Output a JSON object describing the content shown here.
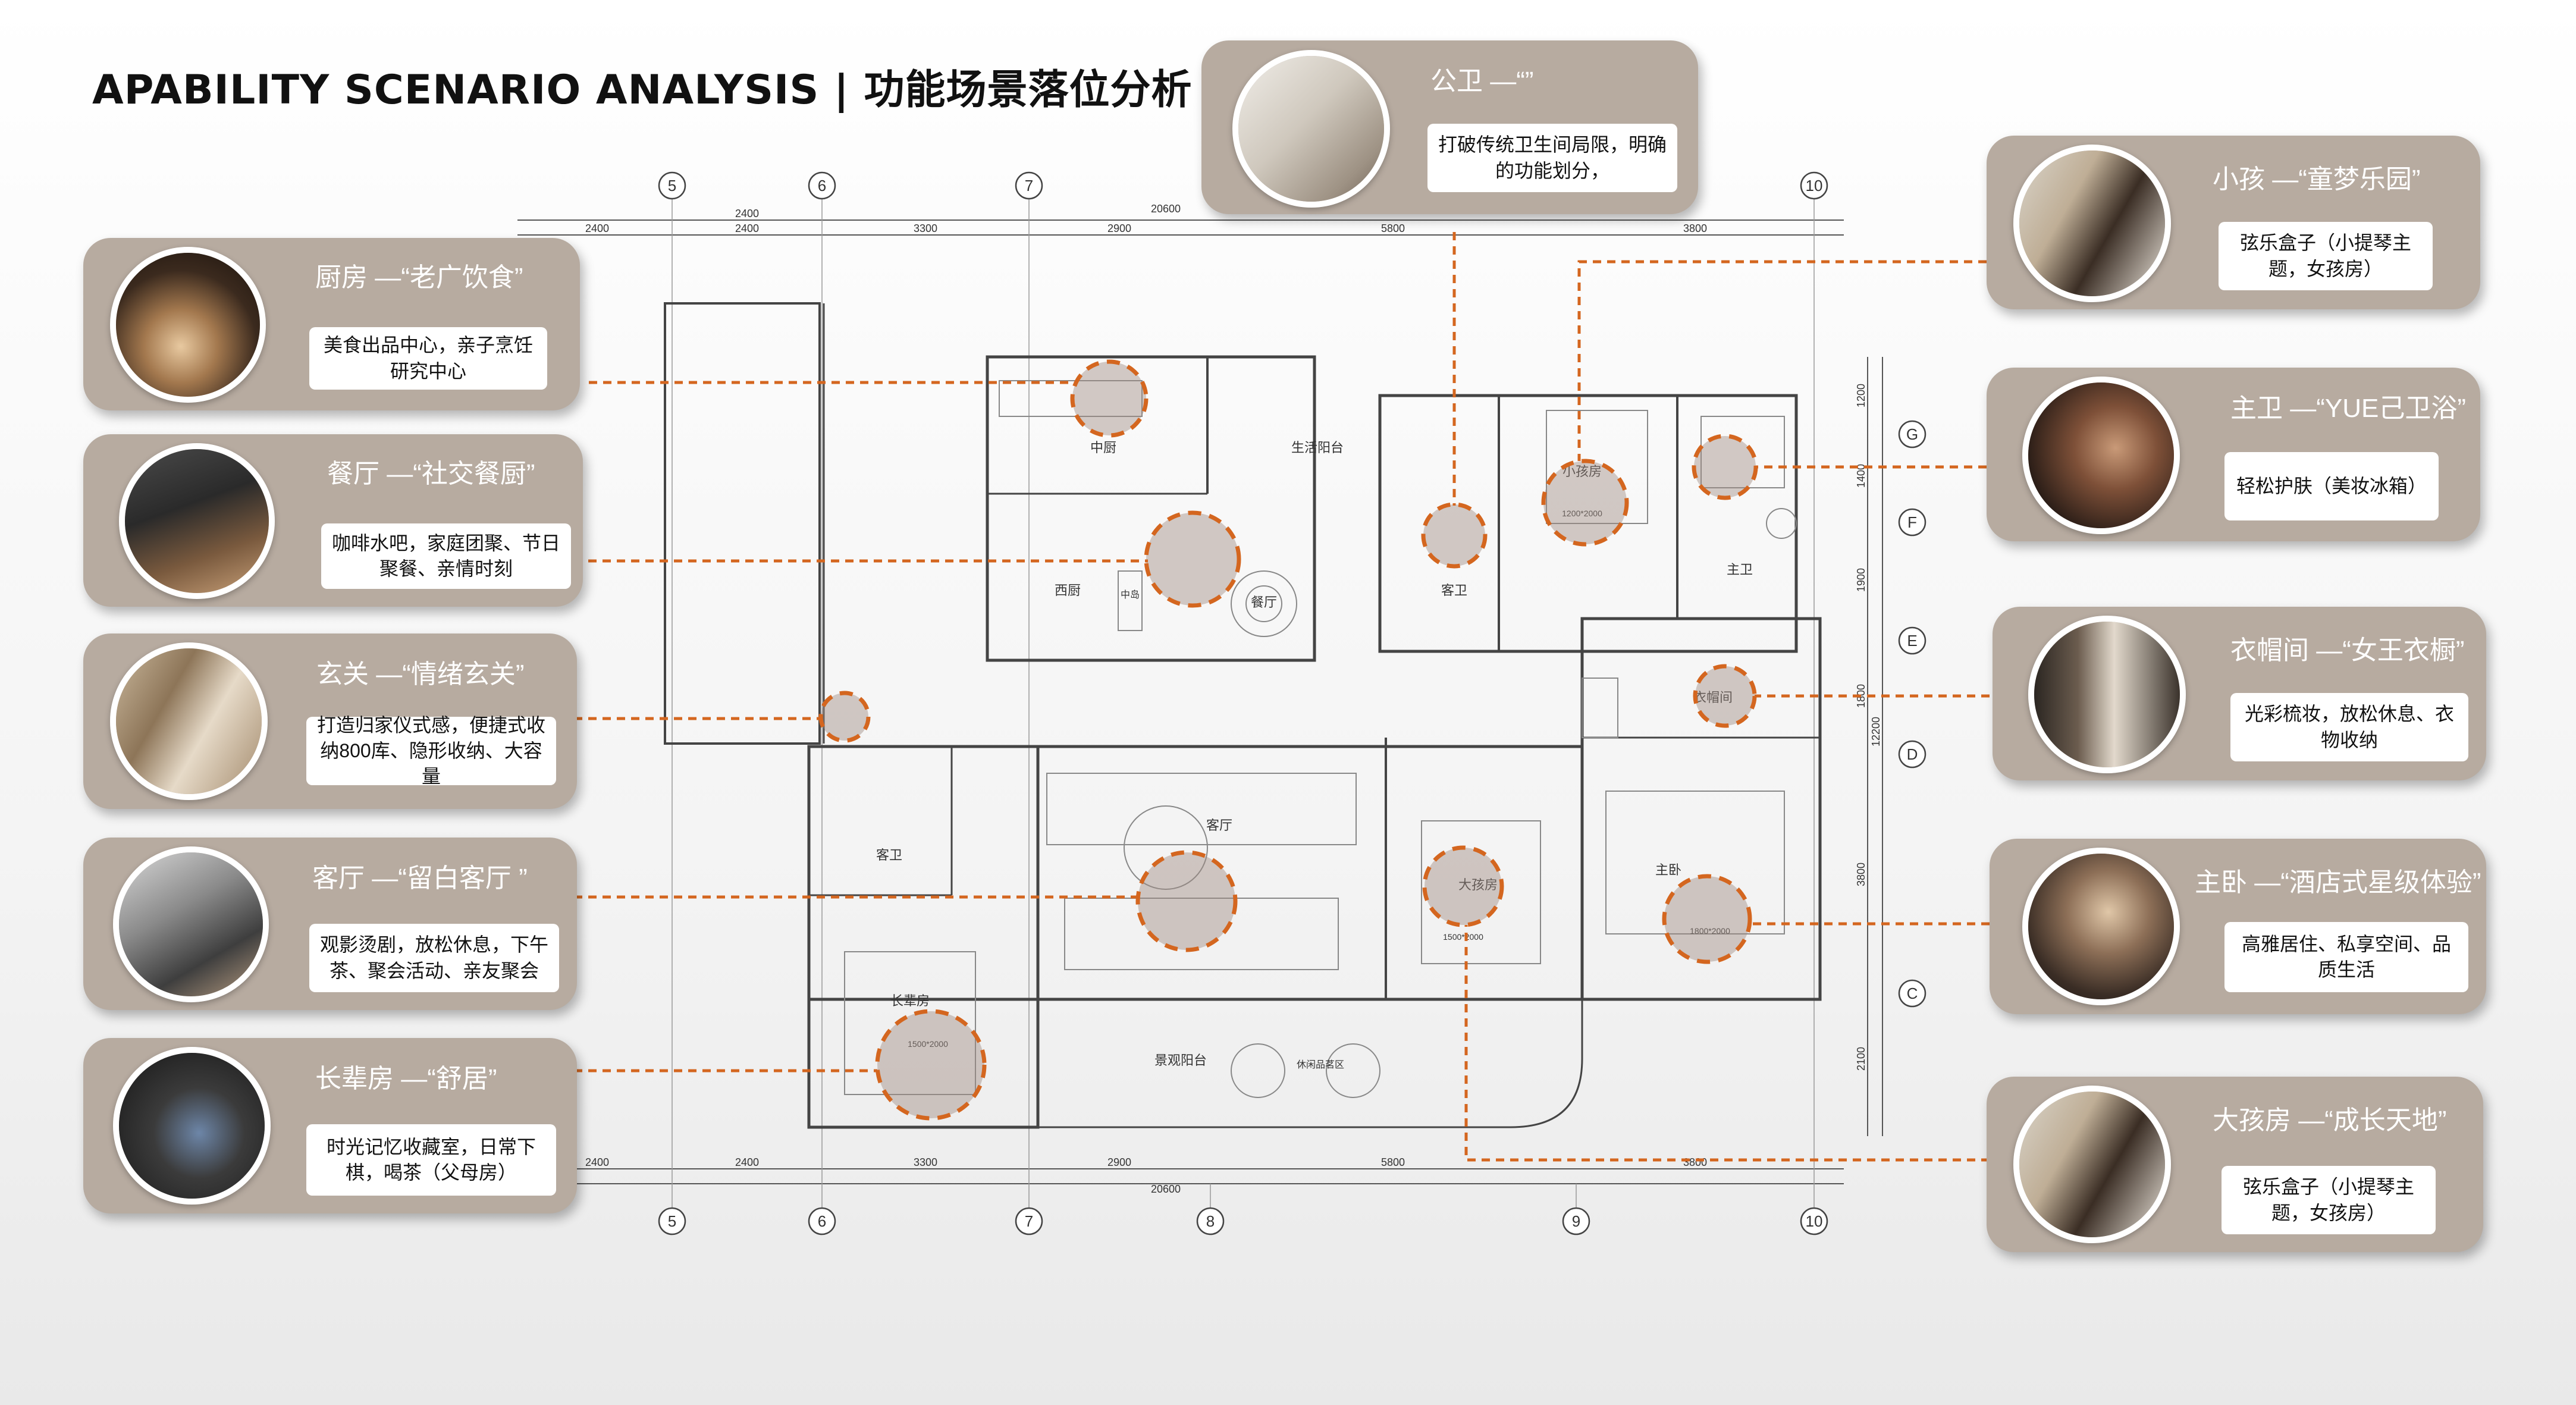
{
  "title": "APABILITY SCENARIO ANALYSIS | 功能场景落位分析",
  "colors": {
    "card_bg": "#b7aba0",
    "dash_line": "#d4661f",
    "plan_line": "#555555"
  },
  "cards": [
    {
      "id": "public-bath",
      "title": "公卫 —“”",
      "desc": "打破传统卫生间局限，明确的功能划分，",
      "photo": "public-bath-photo"
    },
    {
      "id": "kitchen",
      "title": "厨房 —“老广饮食”",
      "desc": "美食出品中心，亲子烹饪研究中心",
      "photo": "kitchen-photo"
    },
    {
      "id": "dining",
      "title": "餐厅 —“社交餐厨”",
      "desc": "咖啡水吧，家庭团聚、节日聚餐、亲情时刻",
      "photo": "dining-photo"
    },
    {
      "id": "entry",
      "title": "玄关 —“情绪玄关”",
      "desc": "打造归家仪式感，便捷式收 纳800库、隐形收纳、大容量",
      "photo": "entry-photo"
    },
    {
      "id": "living",
      "title": "客厅 —“留白客厅 ”",
      "desc": "观影烫剧，放松休息，下午茶、聚会活动、亲友聚会",
      "photo": "living-photo"
    },
    {
      "id": "elder",
      "title": "长辈房 —“舒居”",
      "desc": "时光记忆收藏室，日常下棋，喝茶（父母房）",
      "photo": "elder-photo"
    },
    {
      "id": "child",
      "title": "小孩 —“童梦乐园”",
      "desc": "弦乐盒子（小提琴主题，女孩房）",
      "photo": "child-photo"
    },
    {
      "id": "master-bath",
      "title": "主卫 —“YUE己卫浴”",
      "desc": "轻松护肤（美妆冰箱）",
      "photo": "master-bath-photo"
    },
    {
      "id": "cloakroom",
      "title": "衣帽间 —“女王衣橱”",
      "desc": "光彩梳妆，放松休息、衣物收纳",
      "photo": "cloakroom-photo"
    },
    {
      "id": "master-bed",
      "title": "主卧 —“酒店式星级体验”",
      "desc": "高雅居住、私享空间、品质生活",
      "photo": "master-bed-photo"
    },
    {
      "id": "big-child",
      "title": "大孩房 —“成长天地”",
      "desc": "弦乐盒子（小提琴主题，女孩房）",
      "photo": "big-child-photo"
    }
  ],
  "plan": {
    "axis_labels": [
      "5",
      "6",
      "7",
      "8",
      "9",
      "10"
    ],
    "row_labels": [
      "G",
      "F",
      "E",
      "D",
      "C"
    ],
    "dims_top": [
      "2400",
      "2400",
      "3300",
      "2900",
      "5800",
      "3800"
    ],
    "dims_bottom": [
      "2400",
      "2400",
      "3300",
      "2900",
      "5800",
      "3800"
    ],
    "total_dim": "20600",
    "dims_right": [
      "1200",
      "1400",
      "1900",
      "1800",
      "3800",
      "2100"
    ],
    "total_dim_right": "12200",
    "rooms": {
      "zhongchu": "中厨",
      "shenghuo": "生活阳台",
      "xiaohai": "小孩房",
      "zhuwei": "主卫",
      "xichu": "西厨",
      "zhongdao": "中岛",
      "canting": "餐厅",
      "kewei": "客卫",
      "yimaojian": "衣帽间",
      "keting": "客厅",
      "dahaifang": "大孩房",
      "zhuwo": "主卧",
      "kewei2": "客卫",
      "zhangbei": "长辈房",
      "jingguan": "景观阳台",
      "xiuxian": "休闲品茗区",
      "bed_small": "1200*2000",
      "bed_mid": "1500*2000",
      "bed_large": "1800*2000",
      "bed_elder": "1500*2000"
    }
  }
}
